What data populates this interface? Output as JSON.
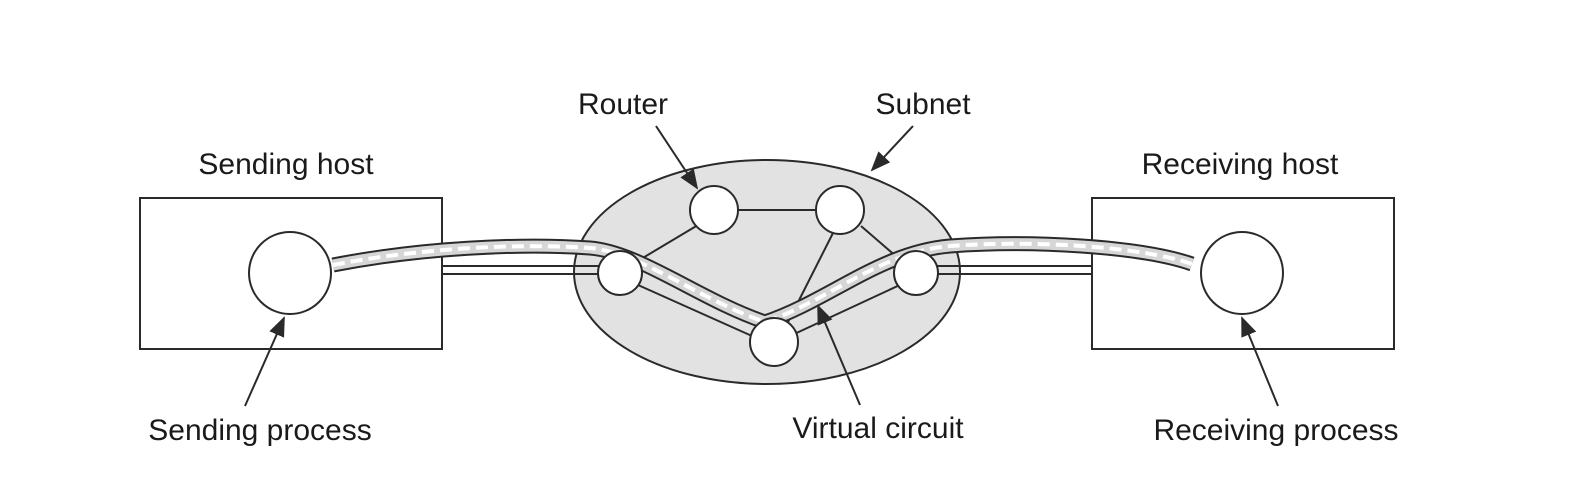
{
  "labels": {
    "sending_host": "Sending host",
    "receiving_host": "Receiving host",
    "router": "Router",
    "subnet": "Subnet",
    "sending_process": "Sending process",
    "virtual_circuit": "Virtual circuit",
    "receiving_process": "Receiving process"
  },
  "colors": {
    "subnet_fill": "#e2e2e2",
    "line": "#2a2a2a",
    "tube_fill": "#d6d6d6"
  }
}
